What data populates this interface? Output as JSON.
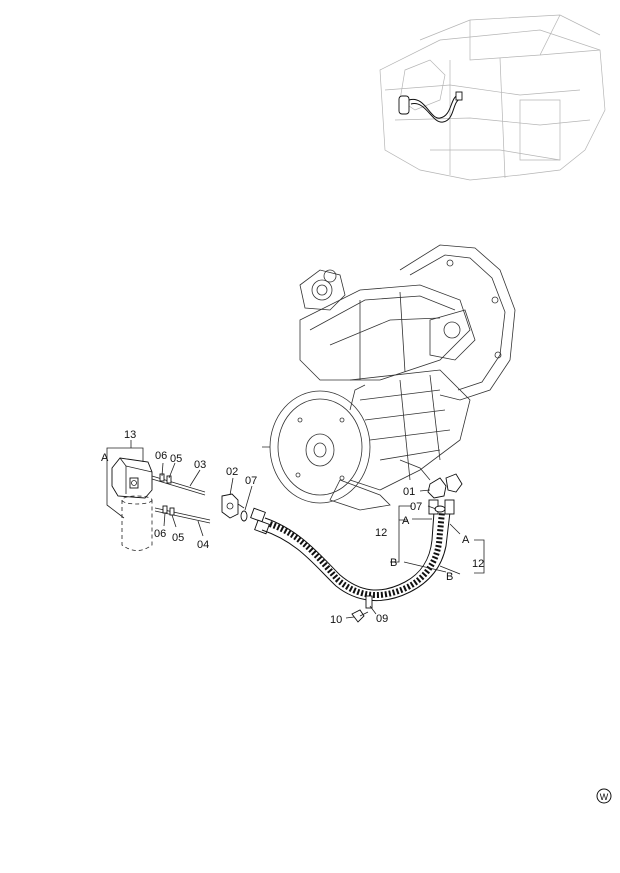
{
  "callouts": {
    "c13": "13",
    "cA_filter": "A",
    "c06a": "06",
    "c05a": "05",
    "c03": "03",
    "c06b": "06",
    "c05b": "05",
    "c04": "04",
    "c02": "02",
    "c07a": "07",
    "c01": "01",
    "c07b": "07",
    "c12a": "12",
    "cA_left": "A",
    "cB_left": "B",
    "cA_right": "A",
    "cB_right": "B",
    "c12b": "12",
    "c10": "10",
    "c09": "09"
  },
  "corner_mark": "W"
}
